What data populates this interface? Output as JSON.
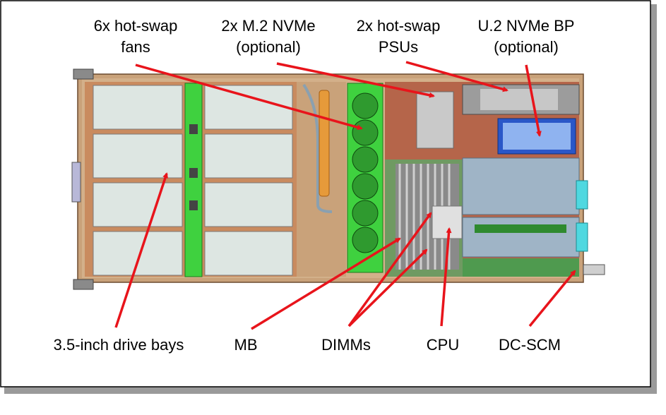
{
  "labels": {
    "fans": [
      "6x hot-swap",
      "fans"
    ],
    "m2": [
      "2x M.2 NVMe",
      "(optional)"
    ],
    "psus": [
      "2x hot-swap",
      "PSUs"
    ],
    "u2": [
      "U.2 NVMe BP",
      "(optional)"
    ],
    "drives": "3.5-inch drive bays",
    "mb": "MB",
    "dimms": "DIMMs",
    "cpu": "CPU",
    "dcscm": "DC-SCM"
  },
  "colors": {
    "arrow": "#e8141b",
    "fan_green": "#3fd13f",
    "chassis_tan": "#c9a27a",
    "bay_fill": "#dde6e2",
    "mb_brown": "#b5654a",
    "riser_blue": "#9fb4c6",
    "connector_cyan": "#4fd8e0"
  }
}
